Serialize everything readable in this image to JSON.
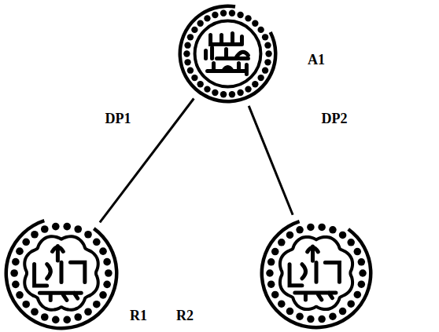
{
  "diagram": {
    "nodes": [
      {
        "text": [
          "A1"
        ]
      },
      {
        "text": [
          "R1"
        ]
      },
      {
        "text": [
          "R2"
        ]
      }
    ],
    "edges": [
      {
        "from": 0,
        "to": 1,
        "label": "DP1",
        "arrow": "none"
      },
      {
        "from": 0,
        "to": 2,
        "label": "DP2",
        "arrow": "none"
      }
    ]
  }
}
